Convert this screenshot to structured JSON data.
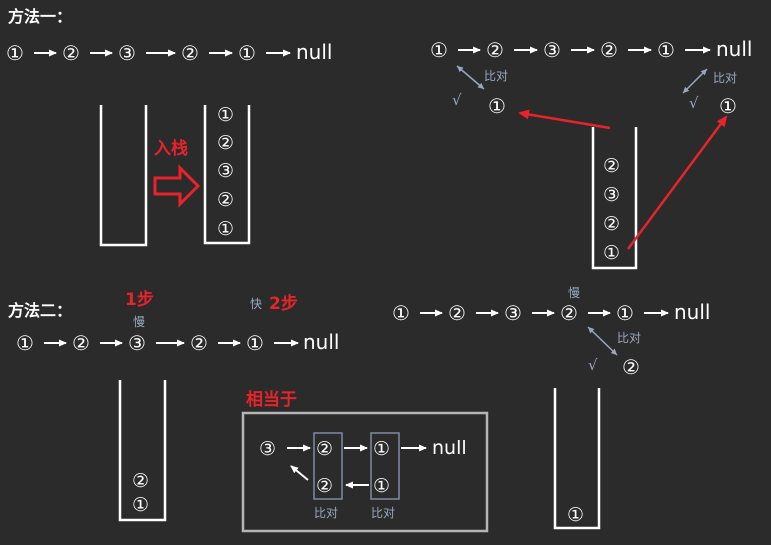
{
  "method1": {
    "title": "方法一：",
    "chain": [
      "①",
      "②",
      "③",
      "②",
      "①",
      "null"
    ],
    "push_label": "入栈",
    "stack_items": [
      "①",
      "②",
      "③",
      "②",
      "①"
    ],
    "compare_chain": [
      "①",
      "②",
      "③",
      "②",
      "①",
      "null"
    ],
    "compare_nodes": [
      "①",
      "①"
    ],
    "compare_label": "比对",
    "check_mark": "√"
  },
  "method2": {
    "title": "方法二：",
    "step1_label": "1步",
    "slow_label": "慢",
    "fast_label": "快",
    "step2_label": "2步",
    "chain": [
      "①",
      "②",
      "③",
      "②",
      "①",
      "null"
    ],
    "stack_items": [
      "②",
      "①"
    ],
    "equiv_label": "相当于",
    "box_top": [
      "③",
      "②",
      "①",
      "null"
    ],
    "box_bottom": [
      "②",
      "①"
    ],
    "box_compare": [
      "比对",
      "比对"
    ],
    "right_chain": [
      "①",
      "②",
      "③",
      "②",
      "①",
      "null"
    ],
    "right_slow_label": "慢",
    "right_compare_node": "②",
    "right_compare_label": "比对",
    "right_check": "√",
    "right_stack_items": [
      "①"
    ]
  }
}
